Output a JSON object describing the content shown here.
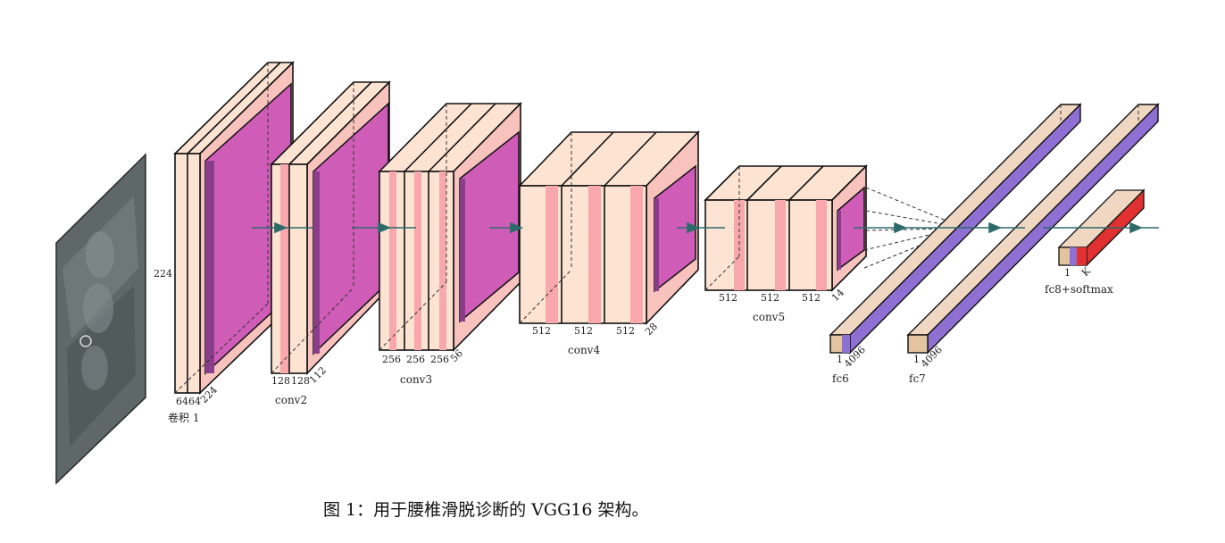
{
  "labels": {
    "input_height": "224",
    "conv1": {
      "d1": "64",
      "d2": "64",
      "w": "224",
      "name": "卷积 1"
    },
    "conv2": {
      "d1": "128",
      "d2": "128",
      "w": "112",
      "name": "conv2"
    },
    "conv3": {
      "d1": "256",
      "d2": "256",
      "d3": "256",
      "w": "56",
      "name": "conv3"
    },
    "conv4": {
      "d1": "512",
      "d2": "512",
      "d3": "512",
      "w": "28",
      "name": "conv4"
    },
    "conv5": {
      "d1": "512",
      "d2": "512",
      "d3": "512",
      "w": "14",
      "name": "conv5"
    },
    "fc6": {
      "d": "1",
      "w": "4096",
      "name": "fc6"
    },
    "fc7": {
      "d": "1",
      "w": "4096",
      "name": "fc7"
    },
    "fc8": {
      "d": "1",
      "w": "K",
      "name": "fc8+softmax"
    }
  },
  "caption": "图 1：用于腰椎滑脱诊断的 VGG16 架构。",
  "colors": {
    "conv_face": "#fde3d2",
    "conv_stripe": "#f8a8ac",
    "pool": "#cf5cb6",
    "fc_front": "#e4c3a0",
    "fc_band": "#8e6fd2",
    "softmax": "#e03030",
    "arrow": "#2d6b6a",
    "xray": "#5a6466"
  }
}
